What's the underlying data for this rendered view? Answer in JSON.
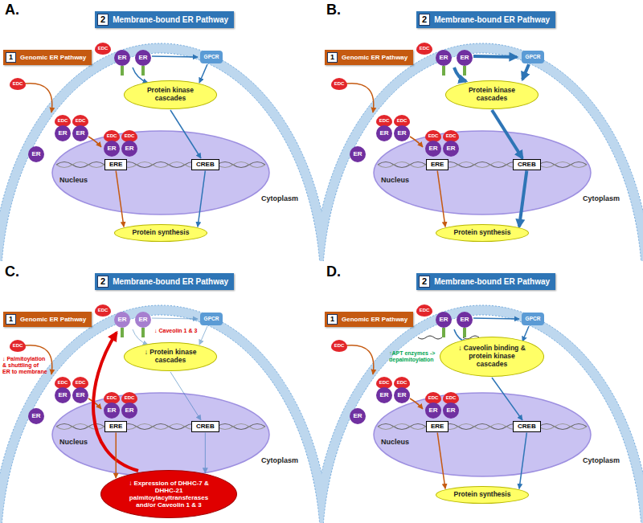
{
  "diagram": {
    "nodes": [
      {
        "text": [
          "1",
          "Genomic ER Pathway"
        ]
      },
      {
        "text": [
          "2",
          "Membrane-bound ER Pathway"
        ]
      },
      {
        "text": [
          "Protein kinase cascades"
        ]
      },
      {
        "text": [
          "ERE"
        ]
      },
      {
        "text": [
          "CREB"
        ]
      },
      {
        "text": [
          "Protein synthesis"
        ]
      },
      {
        "text": [
          "1",
          "Genomic ER Pathway"
        ]
      },
      {
        "text": [
          "2",
          "Membrane-bound ER Pathway"
        ]
      },
      {
        "text": [
          "Protein kinase cascades"
        ]
      },
      {
        "text": [
          "ERE"
        ]
      },
      {
        "text": [
          "CREB"
        ]
      },
      {
        "text": [
          "Protein synthesis"
        ]
      },
      {
        "text": [
          "1",
          "Genomic ER Pathway"
        ]
      },
      {
        "text": [
          "2",
          "Membrane-bound ER Pathway"
        ]
      },
      {
        "text": [
          "↓ Protein kinase cascades"
        ]
      },
      {
        "text": [
          "ERE"
        ]
      },
      {
        "text": [
          "CREB"
        ]
      },
      {
        "text": [
          "↓ Expression of DHHC-7 & DHHC-21 palmitoylacyltransferases and/or Caveolin 1 & 3"
        ]
      },
      {
        "text": [
          "1",
          "Genomic ER Pathway"
        ]
      },
      {
        "text": [
          "2",
          "Membrane-bound ER Pathway"
        ]
      },
      {
        "text": [
          "↓ Caveolin binding & protein kinase cascades"
        ]
      },
      {
        "text": [
          "ERE"
        ]
      },
      {
        "text": [
          "CREB"
        ]
      },
      {
        "text": [
          "Protein synthesis"
        ]
      }
    ],
    "edges": [
      {
        "from": 2,
        "to": 4,
        "arrow": "to"
      },
      {
        "from": 3,
        "to": 5,
        "arrow": "to"
      },
      {
        "from": 4,
        "to": 5,
        "arrow": "to"
      },
      {
        "from": 8,
        "to": 10,
        "arrow": "to"
      },
      {
        "from": 9,
        "to": 11,
        "arrow": "to"
      },
      {
        "from": 10,
        "to": 11,
        "arrow": "to"
      },
      {
        "from": 14,
        "to": 16,
        "arrow": "to"
      },
      {
        "from": 15,
        "to": 17,
        "arrow": "to"
      },
      {
        "from": 16,
        "to": 17,
        "arrow": "to"
      },
      {
        "from": 20,
        "to": 22,
        "arrow": "to"
      },
      {
        "from": 21,
        "to": 23,
        "arrow": "to"
      },
      {
        "from": 22,
        "to": 23,
        "arrow": "to"
      }
    ],
    "labels": [
      "A.",
      "EDC",
      "ER",
      "ER",
      "GPCR",
      "EDC",
      "ER",
      "EDC",
      "EDC",
      "ER",
      "ER",
      "EDC",
      "EDC",
      "ER",
      "ER",
      "Nucleus",
      "Cytoplasm",
      "B.",
      "EDC",
      "ER",
      "ER",
      "GPCR",
      "EDC",
      "ER",
      "EDC",
      "EDC",
      "ER",
      "ER",
      "EDC",
      "EDC",
      "ER",
      "ER",
      "Nucleus",
      "Cytoplasm",
      "C.",
      "EDC",
      "ER",
      "ER",
      "GPCR",
      "EDC",
      "ER",
      "EDC",
      "EDC",
      "ER",
      "ER",
      "EDC",
      "EDC",
      "ER",
      "ER",
      "Nucleus",
      "Cytoplasm",
      "↓ Palmitoylation & shuttling of ER to membrane",
      "↓ Caveolin 1 & 3",
      "D.",
      "EDC",
      "ER",
      "ER",
      "GPCR",
      "EDC",
      "ER",
      "EDC",
      "EDC",
      "ER",
      "ER",
      "EDC",
      "EDC",
      "ER",
      "ER",
      "Nucleus",
      "Cytoplasm",
      "↑APT enzymes -> depalmitoylation"
    ]
  }
}
